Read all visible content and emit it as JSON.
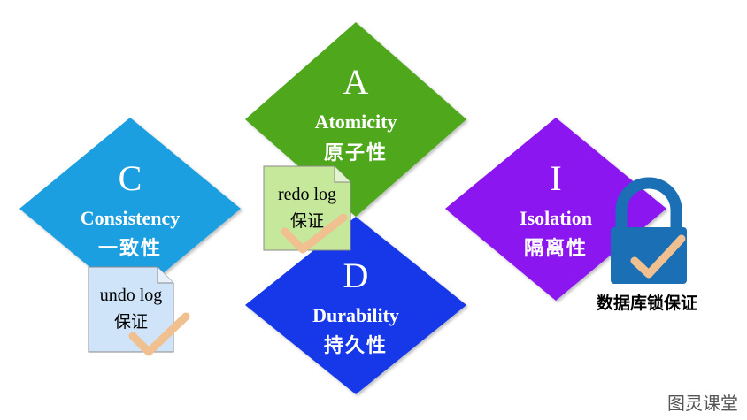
{
  "colors": {
    "atomicity": "#4fa81e",
    "consistency": "#1b9fe0",
    "isolation": "#8b15f0",
    "durability": "#1438e8",
    "redo_doc": "#c5e89a",
    "undo_doc": "#cfe4f8",
    "check": "#f0c090",
    "lock": "#1a6fb5"
  },
  "atomicity": {
    "letter": "A",
    "name": "Atomicity",
    "cn": "原子性"
  },
  "consistency": {
    "letter": "C",
    "name": "Consistency",
    "cn": "一致性"
  },
  "isolation": {
    "letter": "I",
    "name": "Isolation",
    "cn": "隔离性"
  },
  "durability": {
    "letter": "D",
    "name": "Durability",
    "cn": "持久性"
  },
  "redo_doc": {
    "line1": "redo log",
    "line2": "保证"
  },
  "undo_doc": {
    "line1": "undo log",
    "line2": "保证"
  },
  "lock": {
    "icon": "padlock-icon",
    "caption": "数据库锁保证"
  },
  "watermark": "图灵课堂"
}
